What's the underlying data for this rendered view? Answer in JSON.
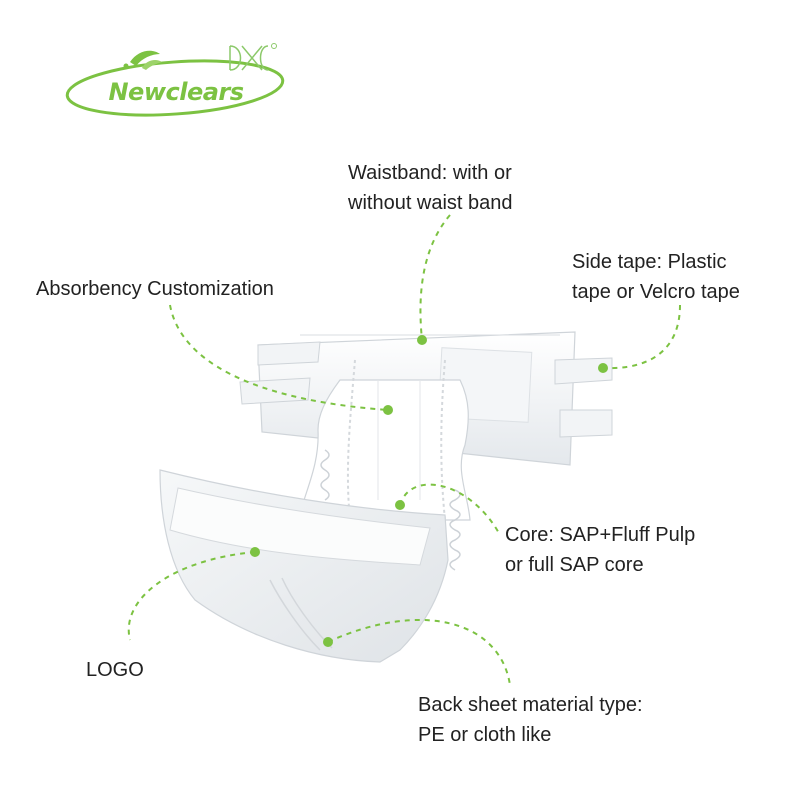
{
  "brand": {
    "name": "Newclears",
    "green": "#7cc242"
  },
  "callouts": {
    "waistband": {
      "line1": "Waistband: with or",
      "line2": "without waist band"
    },
    "absorbency": {
      "line1": "Absorbency Customization"
    },
    "side_tape": {
      "line1": "Side tape: Plastic",
      "line2": "tape or Velcro tape"
    },
    "core": {
      "line1": "Core: SAP+Fluff Pulp",
      "line2": "or full SAP core"
    },
    "logo": {
      "line1": "LOGO"
    },
    "back_sheet": {
      "line1": "Back sheet material type:",
      "line2": "PE or cloth like"
    }
  },
  "colors": {
    "leader_line": "#7cc242",
    "diaper_fill": "#ffffff",
    "diaper_shadow": "#e6e9ec",
    "diaper_outline": "#cfd4d9"
  }
}
